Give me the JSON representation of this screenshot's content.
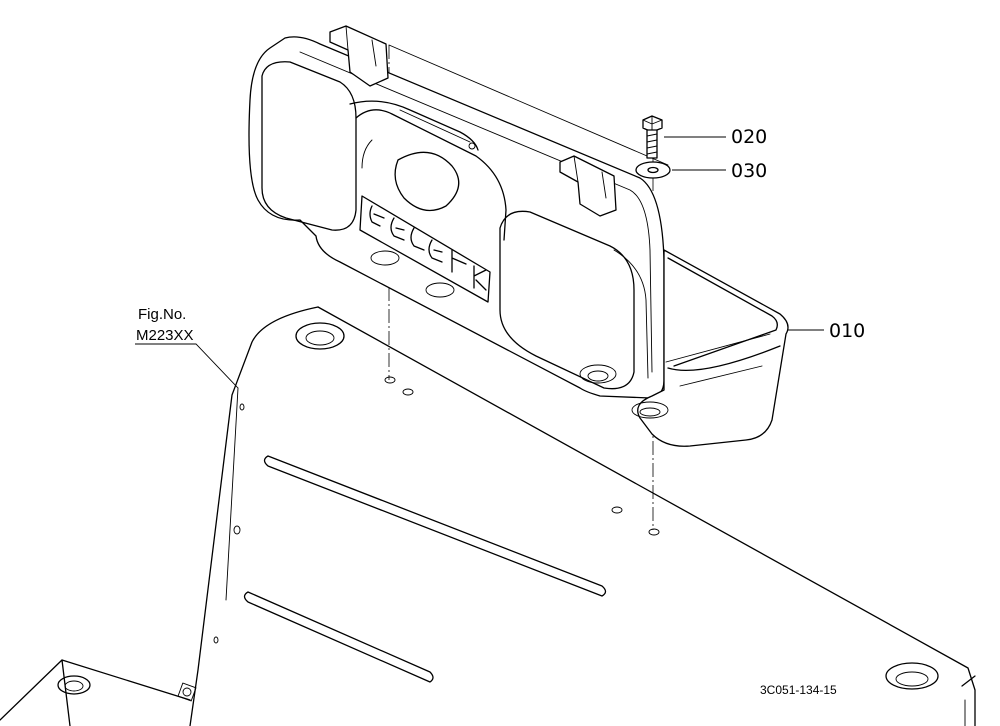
{
  "callouts": {
    "part_020": "020",
    "part_030": "030",
    "part_010": "010"
  },
  "figure_ref": {
    "label": "Fig.No.",
    "number": "M223XX"
  },
  "drawing_code": "3C051-134-15"
}
